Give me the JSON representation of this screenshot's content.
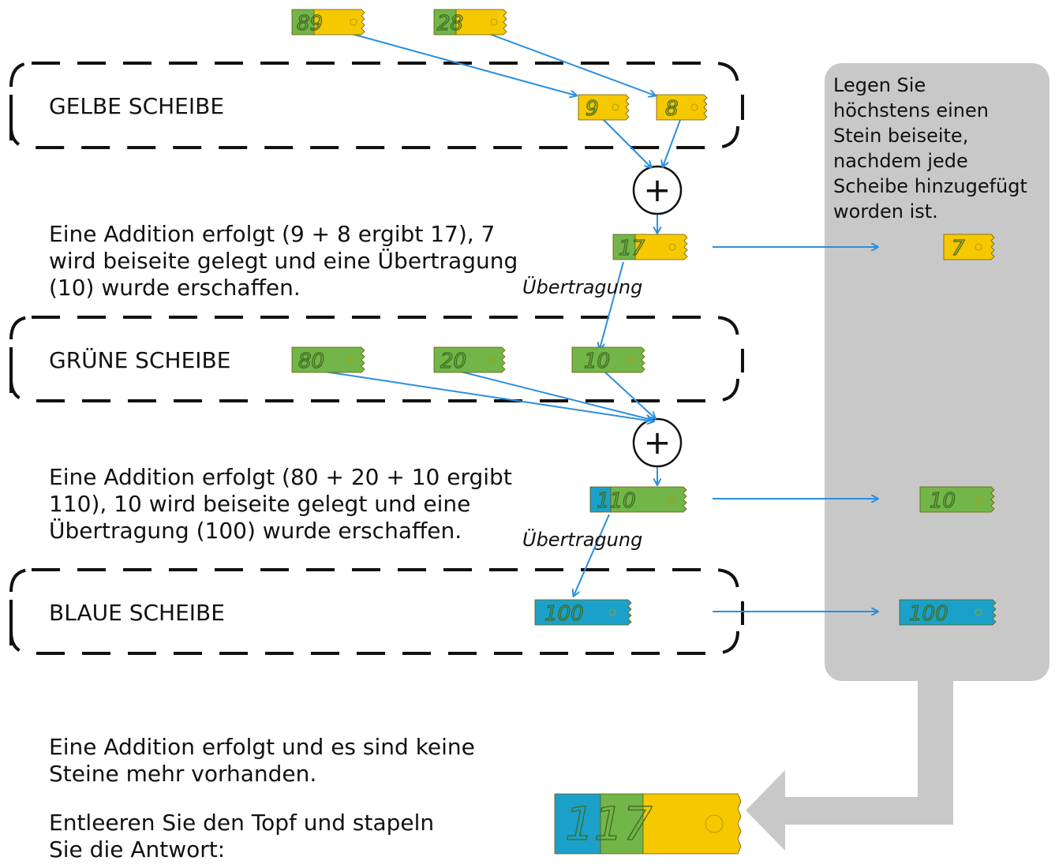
{
  "groups": {
    "yellow": "GELBE SCHEIBE",
    "green": "GRÜNE SCHEIBE",
    "blue": "BLAUE SCHEIBE"
  },
  "texts": {
    "step1": [
      "Eine Addition erfolgt (9 + 8 ergibt 17), 7",
      "wird beiseite gelegt und eine Übertragung",
      "(10) wurde erschaffen."
    ],
    "step2": [
      "Eine Addition erfolgt (80 + 20 + 10 ergibt",
      "110), 10 wird beiseite gelegt und eine",
      "Übertragung (100) wurde erschaffen."
    ],
    "step3": [
      "Eine Addition erfolgt und es sind keine",
      "Steine mehr vorhanden."
    ],
    "step4": [
      "Entleeren Sie den Topf und stapeln",
      "Sie die Antwort:"
    ]
  },
  "carry_label": "Übertragung",
  "side_note": [
    "Legen Sie",
    "höchstens einen",
    "Stein beiseite,",
    "nachdem jede",
    "Scheibe hinzugefügt",
    "worden ist."
  ],
  "operator": "+",
  "tiles": {
    "input_1": "89",
    "input_2": "28",
    "yellow_9": "9",
    "yellow_8": "8",
    "sum_1": "17",
    "set_aside_7": "7",
    "green_80": "80",
    "green_20": "20",
    "green_10": "10",
    "sum_2": "110",
    "set_aside_10": "10",
    "blue_100": "100",
    "set_aside_100": "100",
    "answer": "117"
  },
  "colors": {
    "yellow": "#f5c800",
    "green": "#72b548",
    "blue": "#1ba1c9",
    "arrow": "#2a8fe0",
    "panel": "#c8c8c8"
  }
}
